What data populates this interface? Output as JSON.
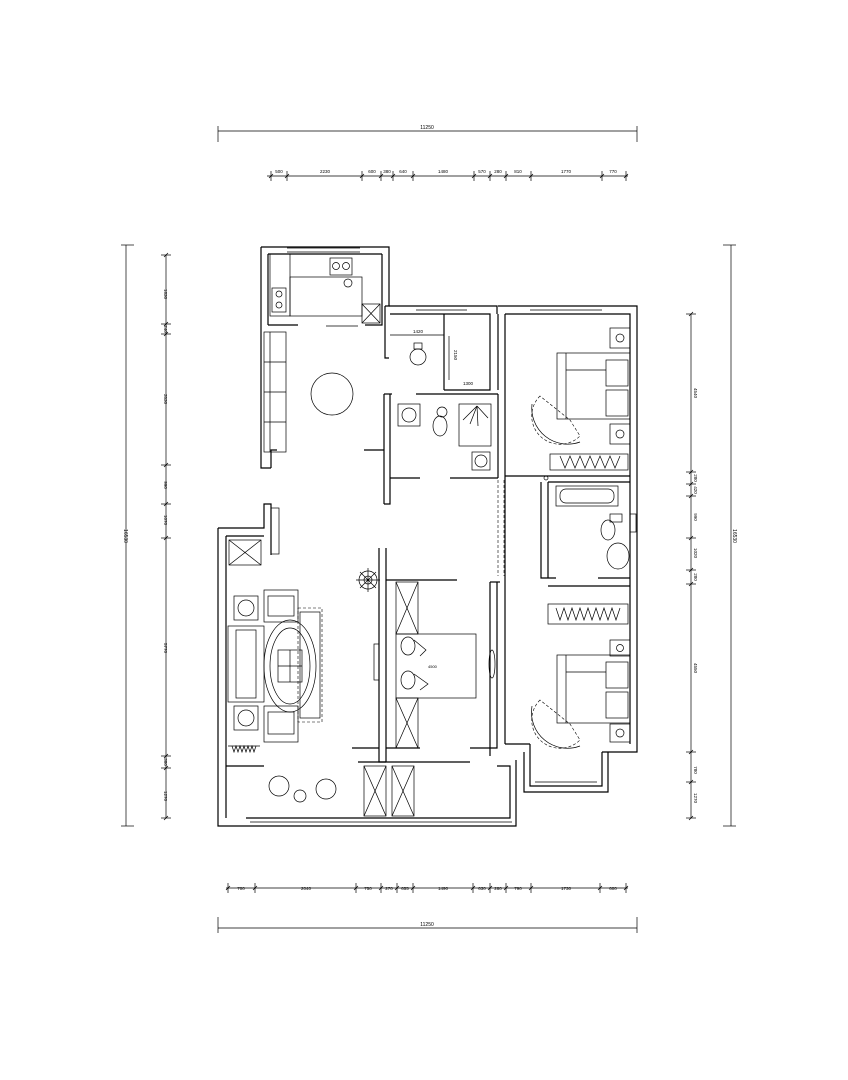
{
  "dimensions": {
    "top_total": "11250",
    "top_segments": [
      "500",
      "2230",
      "600",
      "380",
      "640",
      "1480",
      "570",
      "280",
      "810",
      "1770",
      "770"
    ],
    "bottom_total": "11250",
    "bottom_segments": [
      "700",
      "2040",
      "750",
      "270",
      "655",
      "1490",
      "630",
      "280",
      "790",
      "1730",
      "600"
    ],
    "left_total": "16530",
    "left_segments": [
      "1830",
      "240",
      "3530",
      "990",
      "1070",
      "5770",
      "380",
      "1270"
    ],
    "right_total": "16530",
    "right_segments": [
      "4540",
      "280",
      "420",
      "990",
      "1020",
      "280",
      "4550",
      "780",
      "1270"
    ]
  },
  "room_labels": {
    "bath_width": "1420",
    "bath_depth": "2150",
    "bath_inner": "1300",
    "master_bed": "4540"
  }
}
